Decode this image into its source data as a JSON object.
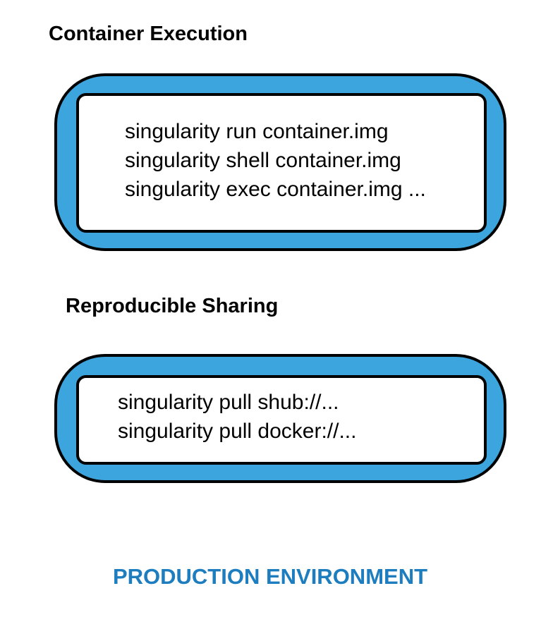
{
  "colors": {
    "box_fill": "#3da5dd",
    "box_border": "#000000",
    "inner_fill": "#ffffff",
    "text": "#000000",
    "footer_text": "#1d7dbf"
  },
  "sections": [
    {
      "title": "Container Execution",
      "commands": [
        "singularity run container.img",
        "singularity shell container.img",
        "singularity exec container.img ..."
      ]
    },
    {
      "title": "Reproducible Sharing",
      "commands": [
        "singularity pull shub://...",
        "singularity pull docker://..."
      ]
    }
  ],
  "footer": {
    "label": "PRODUCTION ENVIRONMENT"
  }
}
